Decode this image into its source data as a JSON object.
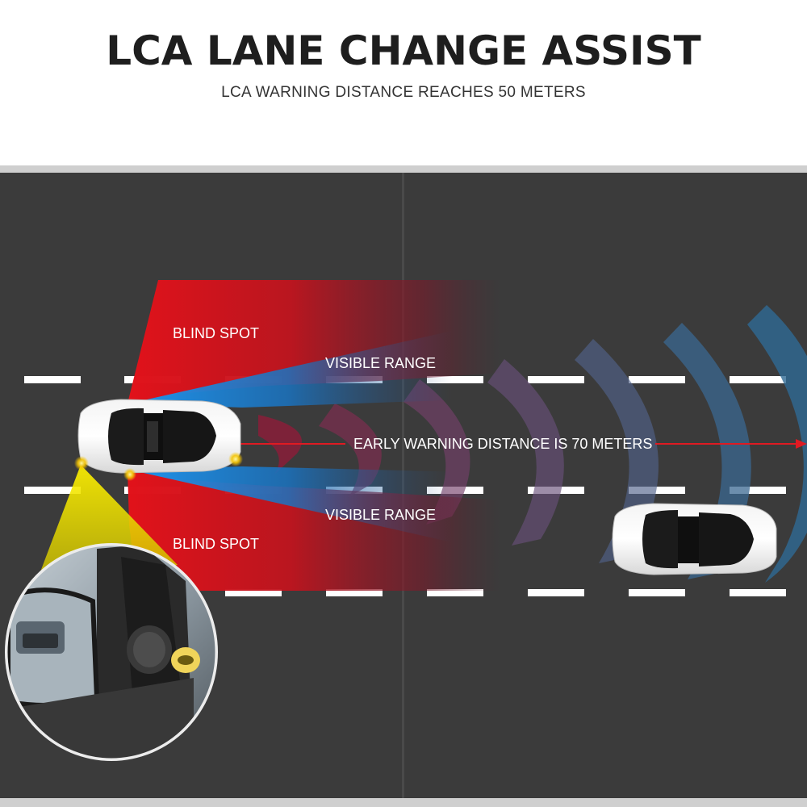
{
  "header": {
    "title": "LCA LANE CHANGE ASSIST",
    "subtitle": "LCA WARNING DISTANCE REACHES 50 METERS"
  },
  "diagram": {
    "labels": {
      "blind_spot_top": "BLIND SPOT",
      "visible_range_top": "VISIBLE RANGE",
      "early_warning": "EARLY WARNING DISTANCE IS 70 METERS",
      "visible_range_bottom": "VISIBLE RANGE",
      "blind_spot_bottom": "BLIND SPOT"
    },
    "colors": {
      "road": "#3b3b3b",
      "lane_marking": "#ffffff",
      "blind_spot": "#d8141c",
      "visible_range": "#1e8fe6",
      "warning_arrow": "#e01a22",
      "indicator": "#f2e200"
    },
    "icons": {
      "ego_car": "car-top-view-icon",
      "other_car": "car-top-view-icon",
      "mirror_inset": "side-mirror-warning-icon"
    }
  }
}
